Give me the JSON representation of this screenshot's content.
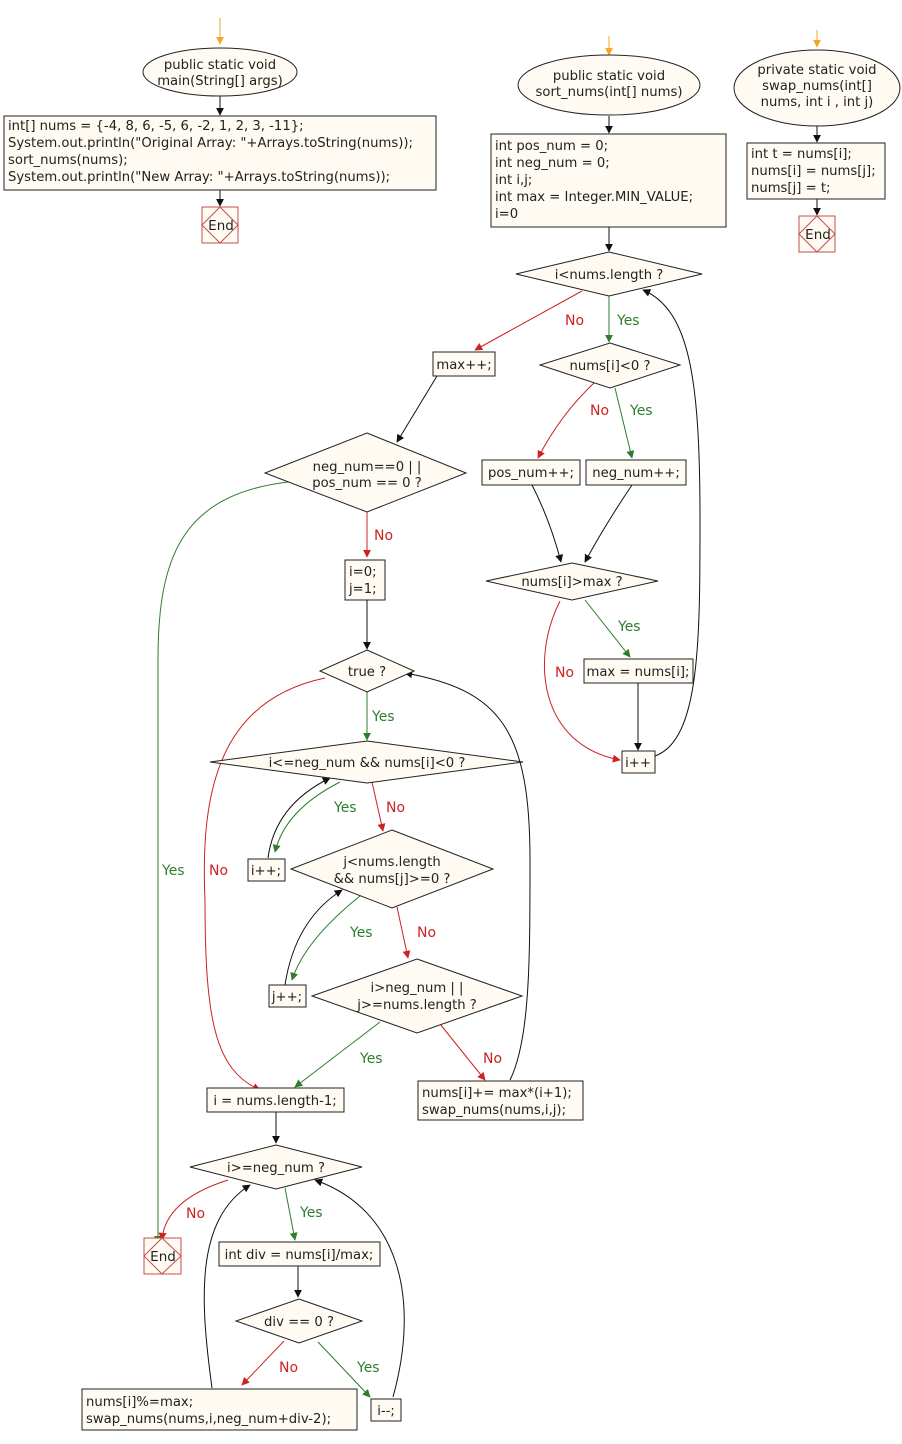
{
  "main": {
    "header": [
      "public static void",
      "main(String[] args)"
    ],
    "body": [
      "int[] nums = {-4, 8, 6, -5, 6, -2, 1, 2, 3, -11};",
      "System.out.println(\"Original Array: \"+Arrays.toString(nums));",
      "sort_nums(nums);",
      "System.out.println(\"New Array: \"+Arrays.toString(nums));"
    ],
    "end": "End"
  },
  "sort": {
    "header": [
      "public static void",
      "sort_nums(int[] nums)"
    ],
    "init": [
      "int pos_num = 0;",
      "int neg_num = 0;",
      "int i,j;",
      "int max = Integer.MIN_VALUE;",
      "i=0"
    ],
    "cond_len": "i<nums.length ?",
    "cond_neg": "nums[i]<0 ?",
    "pos_inc": "pos_num++;",
    "neg_inc": "neg_num++;",
    "cond_max": "nums[i]>max ?",
    "set_max": "max = nums[i];",
    "i_inc": "i++",
    "max_inc": "max++;",
    "cond_zero": [
      "neg_num==0 | |",
      "pos_num == 0 ?"
    ],
    "set_ij": [
      "i=0;",
      "j=1;"
    ],
    "cond_true": "true ?",
    "cond_i": "i<=neg_num && nums[i]<0 ?",
    "i_inc2": "i++;",
    "cond_j": [
      "j<nums.length",
      "&& nums[j]>=0 ?"
    ],
    "j_inc": "j++;",
    "cond_break": [
      "i>neg_num | |",
      "j>=nums.length ?"
    ],
    "swap_step": [
      "nums[i]+= max*(i+1);",
      "swap_nums(nums,i,j);"
    ],
    "set_i_last": "i = nums.length-1;",
    "cond_ge": "i>=neg_num ?",
    "div": "int div = nums[i]/max;",
    "cond_div": "div == 0 ?",
    "mod_step": [
      "nums[i]%=max;",
      "swap_nums(nums,i,neg_num+div-2);"
    ],
    "i_dec": "i--;",
    "end": "End"
  },
  "swap": {
    "header": [
      "private static void",
      "swap_nums(int[]",
      "nums, int i , int j)"
    ],
    "body": [
      "int t = nums[i];",
      "nums[i] = nums[j];",
      "nums[j] = t;"
    ],
    "end": "End"
  },
  "labels": {
    "yes": "Yes",
    "no": "No"
  },
  "colors": {
    "yes": "#2e7d2e",
    "no": "#cc2222",
    "arrow": "#111111",
    "start": "#f5a623",
    "node_fill": "#fffaf2",
    "end_stroke": "#c0504d"
  }
}
